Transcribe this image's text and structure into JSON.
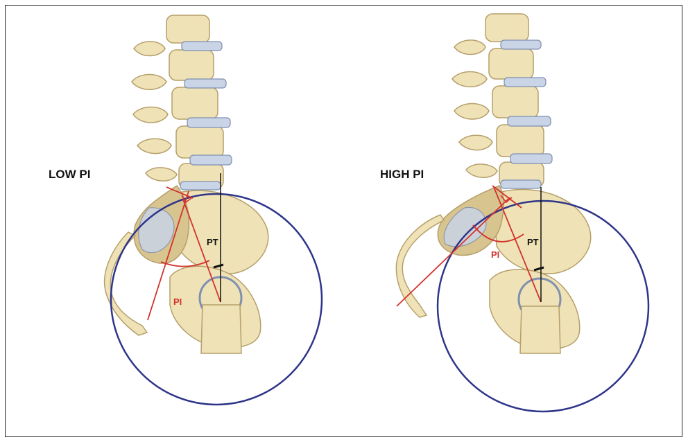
{
  "panels": [
    {
      "title": "LOW PI",
      "angle_label": "PI",
      "tilt_label": "PT"
    },
    {
      "title": "HIGH PI",
      "angle_label": "PI",
      "tilt_label": "PT"
    }
  ],
  "colors": {
    "bone": "#efe2b6",
    "bone_shade": "#d8c48e",
    "bone_outline": "#b59f6a",
    "disc": "#c9d4e6",
    "disc_outline": "#7f8fb0",
    "circle": "#2e3589",
    "angle_line": "#d2322d",
    "reference_line": "#111111",
    "label_red": "#d2322d"
  }
}
